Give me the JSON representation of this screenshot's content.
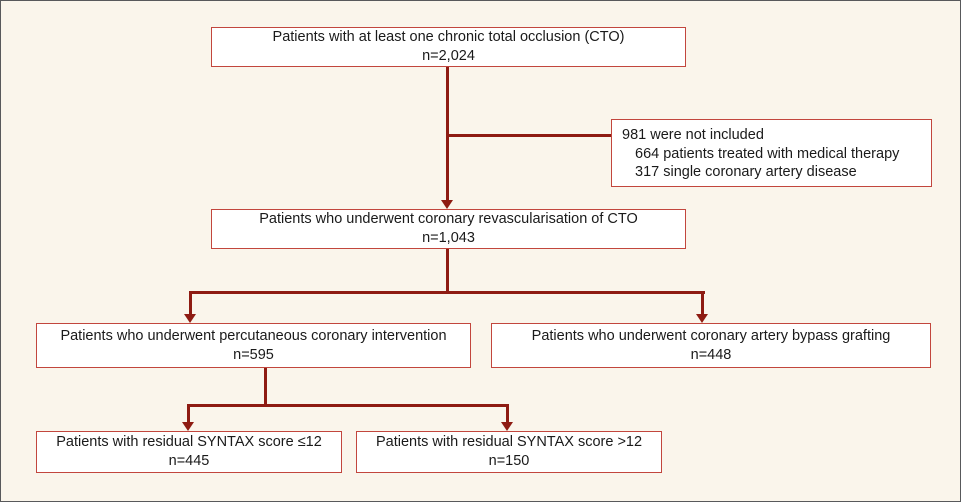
{
  "colors": {
    "background": "#faf5eb",
    "box_bg": "#ffffff",
    "box_border": "#c2463d",
    "arrow": "#8e1b12",
    "text": "#1a1a1a",
    "frame": "#58595b"
  },
  "boxes": {
    "cto": {
      "line1": "Patients with at least one chronic total occlusion (CTO)",
      "line2": "n=2,024"
    },
    "excluded": {
      "line1": "981 were not included",
      "line2": "664 patients treated with medical therapy",
      "line3": "317 single coronary artery disease"
    },
    "revascularisation": {
      "line1": "Patients who underwent coronary revascularisation of CTO",
      "line2": "n=1,043"
    },
    "pci": {
      "line1": "Patients who underwent percutaneous coronary intervention",
      "line2": "n=595"
    },
    "cabg": {
      "line1": "Patients who underwent coronary artery bypass grafting",
      "line2": "n=448"
    },
    "syntax_low": {
      "line1": "Patients with residual SYNTAX score ≤12",
      "line2": "n=445"
    },
    "syntax_high": {
      "line1": "Patients with residual SYNTAX score >12",
      "line2": "n=150"
    }
  }
}
